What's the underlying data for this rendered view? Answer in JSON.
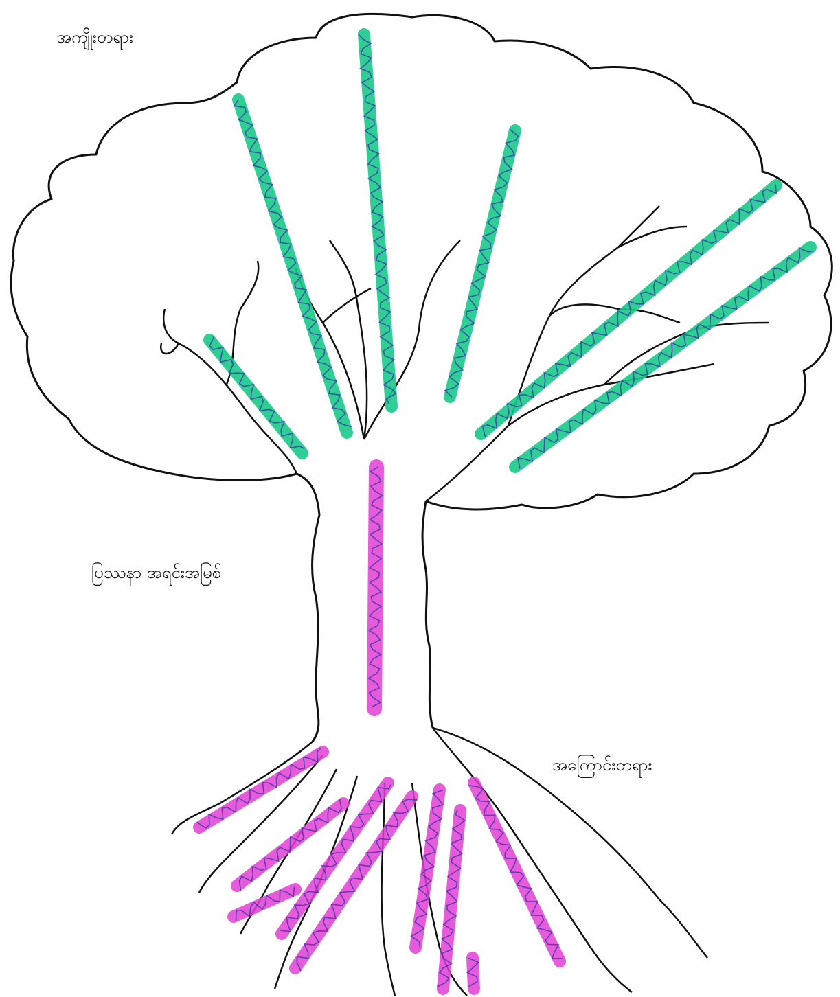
{
  "labels": {
    "effects": "အကျိုးတရား",
    "core_problem": "ပြဿနာ အရင်းအမြစ်",
    "causes": "အကြောင်းတရား"
  },
  "colors": {
    "outline": "#111111",
    "effect_highlight": "#19c98a",
    "problem_highlight": "#e23fd4",
    "handwriting": "#3b2fa8",
    "paper": "#fefefe"
  }
}
